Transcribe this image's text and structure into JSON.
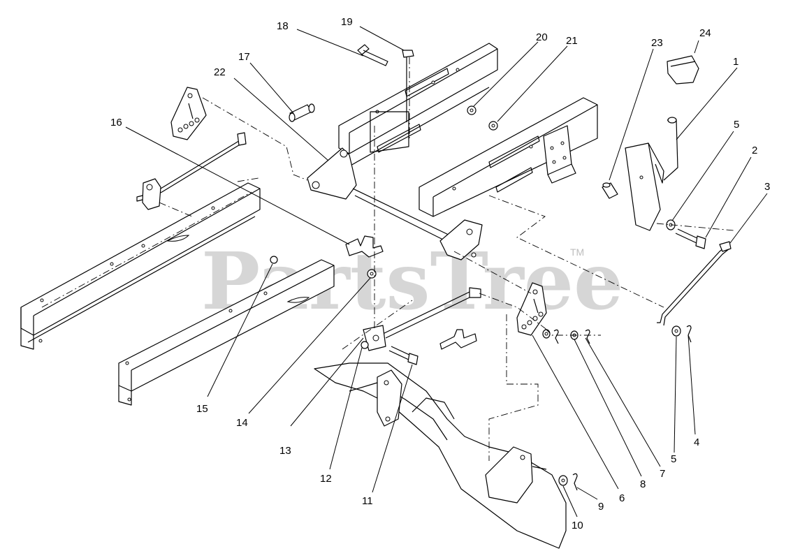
{
  "watermark": {
    "text": "PartsTree",
    "tm": "TM"
  },
  "callouts": {
    "c1": "1",
    "c2": "2",
    "c3": "3",
    "c4": "4",
    "c5a": "5",
    "c5b": "5",
    "c6": "6",
    "c7": "7",
    "c8": "8",
    "c9": "9",
    "c10": "10",
    "c11": "11",
    "c12": "12",
    "c13": "13",
    "c14": "14",
    "c15": "15",
    "c16": "16",
    "c17": "17",
    "c18": "18",
    "c19": "19",
    "c20": "20",
    "c21": "21",
    "c22": "22",
    "c23": "23",
    "c24": "24"
  }
}
